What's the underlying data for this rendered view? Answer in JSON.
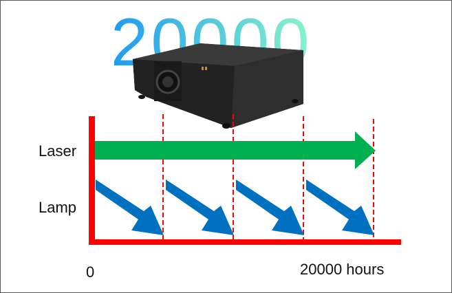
{
  "headline": "20000",
  "labels": {
    "laser": "Laser",
    "lamp": "Lamp"
  },
  "axis": {
    "start": "0",
    "end": "20000 hours"
  },
  "colors": {
    "axis": "#ff0000",
    "laser_arrow": "#00b050",
    "lamp_arrows": "#0070c0",
    "headline_start": "#1e9bf0",
    "headline_end": "#8af5c8",
    "projector": "#2a2a2a"
  },
  "lamp_cycles": 4
}
